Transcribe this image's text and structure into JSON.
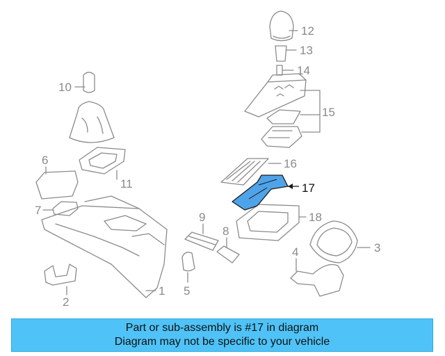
{
  "callouts": [
    "1",
    "2",
    "3",
    "4",
    "5",
    "6",
    "7",
    "8",
    "9",
    "10",
    "11",
    "12",
    "13",
    "14",
    "15",
    "16",
    "17",
    "18"
  ],
  "highlighted_part": "17",
  "banner": {
    "line1": "Part or sub-assembly is #17 in diagram",
    "line2": "Diagram may not be specific to your vehicle"
  },
  "colors": {
    "highlight_fill": "#4fa3e8",
    "banner_bg": "#4fc3f7",
    "line_art": "#8a8a8a"
  }
}
